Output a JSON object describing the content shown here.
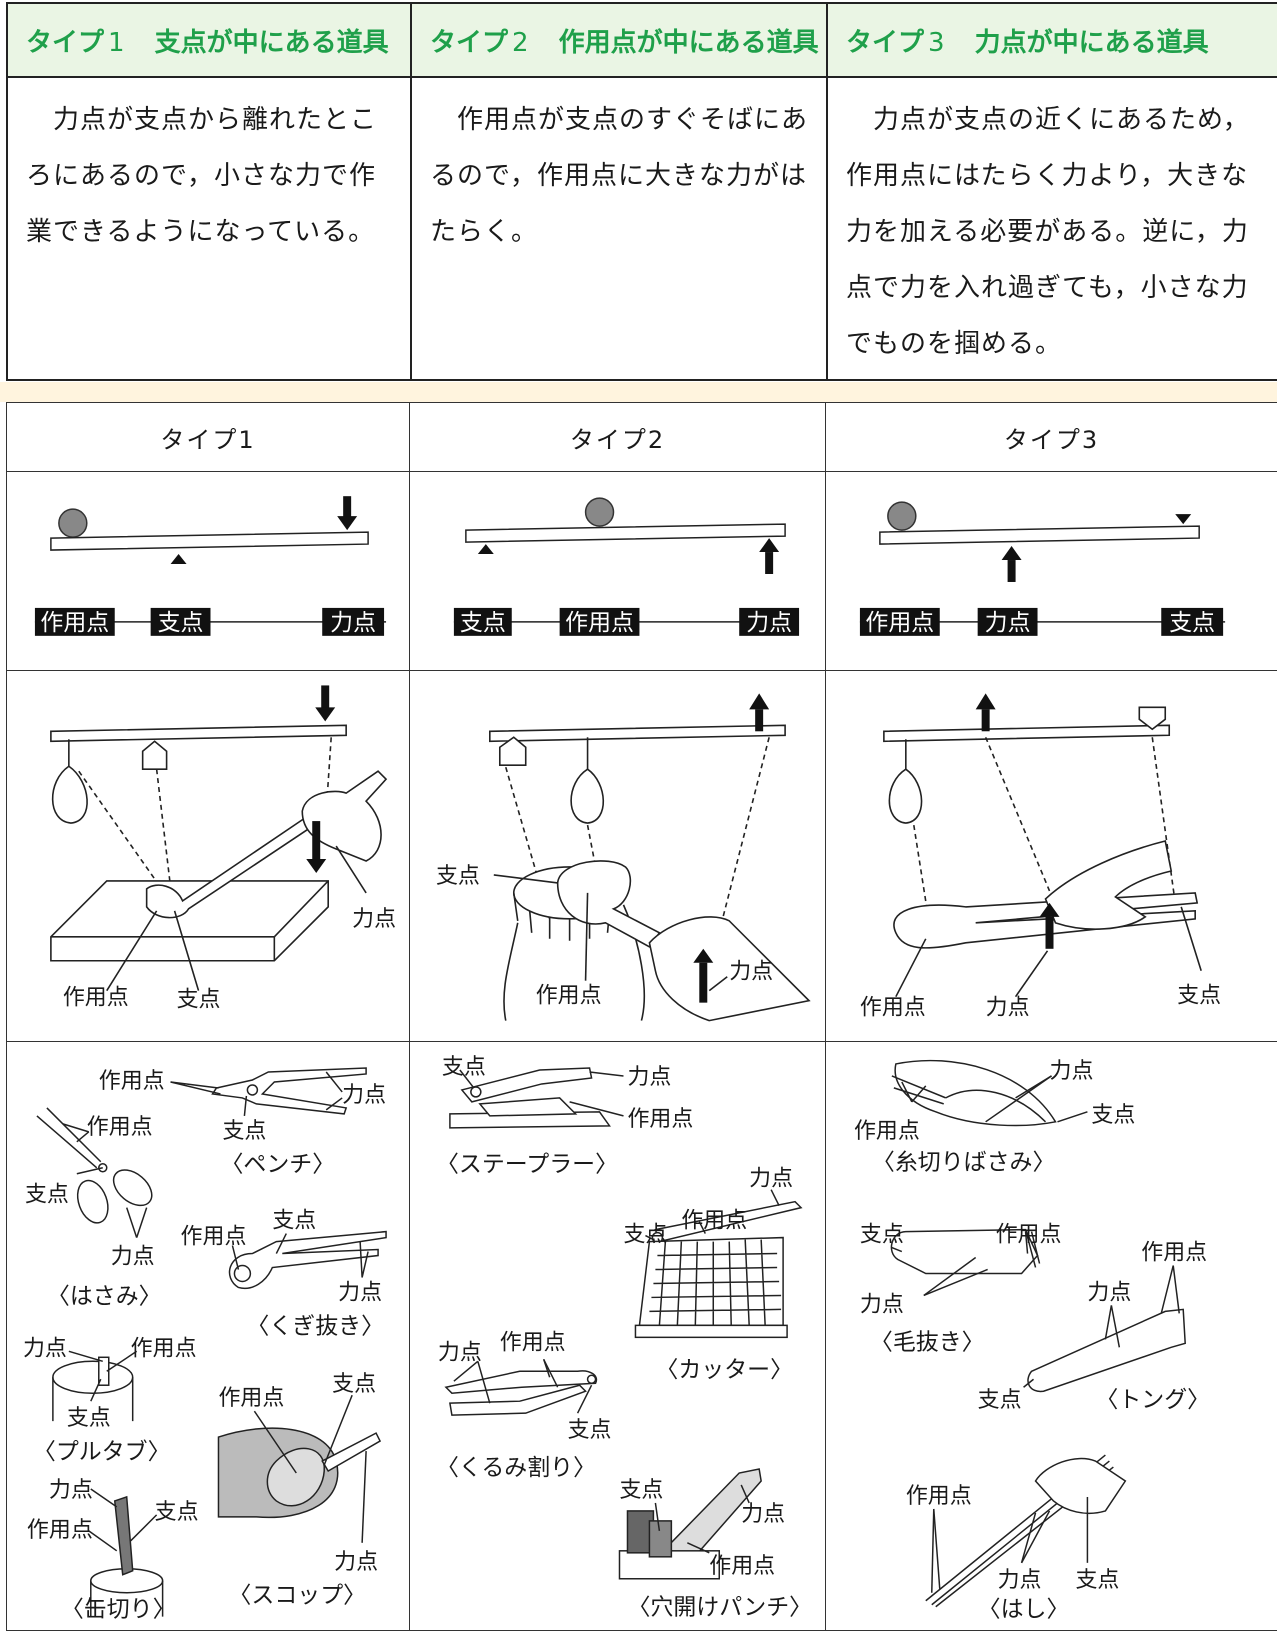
{
  "types": [
    {
      "heading_prefix": "タイプ",
      "heading_num": "1",
      "heading_title": "支点が中にある道具",
      "body": "力点が支点から離れたところにあるので，小さな力で作業できるようになっている。",
      "column_header": "タイプ1",
      "order": [
        "作用点",
        "支点",
        "力点"
      ],
      "illus": {
        "effort": "力点",
        "load": "作用点",
        "fulcrum": "支点"
      },
      "tools": {
        "pliers": {
          "name": "〈ペンチ〉",
          "a": "作用点",
          "b": "支点",
          "c": "力点"
        },
        "scissors": {
          "name": "〈はさみ〉",
          "a": "作用点",
          "b": "支点",
          "c": "力点"
        },
        "nailpuller": {
          "name": "〈くぎ抜き〉",
          "a": "作用点",
          "b": "支点",
          "c": "力点"
        },
        "pulltab": {
          "name": "〈プルタブ〉",
          "a": "力点",
          "b": "作用点",
          "c": "支点"
        },
        "scoop": {
          "name": "〈スコップ〉",
          "a": "作用点",
          "b": "支点",
          "c": "力点"
        },
        "canopener": {
          "name": "〈缶切り〉",
          "a": "力点",
          "b": "作用点",
          "c": "支点"
        }
      }
    },
    {
      "heading_prefix": "タイプ",
      "heading_num": "2",
      "heading_title": "作用点が中にある道具",
      "body": "作用点が支点のすぐそばにあるので，作用点に大きな力がはたらく。",
      "column_header": "タイプ2",
      "order": [
        "支点",
        "作用点",
        "力点"
      ],
      "illus": {
        "fulcrum": "支点",
        "load": "作用点",
        "effort": "力点"
      },
      "tools": {
        "stapler": {
          "name": "〈ステープラー〉",
          "a": "支点",
          "b": "力点",
          "c": "作用点"
        },
        "cutter": {
          "name": "〈カッター〉",
          "a": "力点",
          "b": "作用点",
          "c": "支点"
        },
        "nutcracker": {
          "name": "〈くるみ割り〉",
          "a": "力点",
          "b": "作用点",
          "c": "支点"
        },
        "punch": {
          "name": "〈穴開けパンチ〉",
          "a": "支点",
          "b": "力点",
          "c": "作用点"
        }
      }
    },
    {
      "heading_prefix": "タイプ",
      "heading_num": "3",
      "heading_title": "力点が中にある道具",
      "body": "力点が支点の近くにあるため，作用点にはたらく力より，大きな力を加える必要がある。逆に，力点で力を入れ過ぎても，小さな力でものを掴める。",
      "column_header": "タイプ3",
      "order": [
        "作用点",
        "力点",
        "支点"
      ],
      "illus": {
        "load": "作用点",
        "effort": "力点",
        "fulcrum": "支点"
      },
      "tools": {
        "threadscissors": {
          "name": "〈糸切りばさみ〉",
          "a": "力点",
          "b": "作用点",
          "c": "支点"
        },
        "tweezers": {
          "name": "〈毛抜き〉",
          "a": "支点",
          "b": "作用点",
          "c": "力点"
        },
        "tongs": {
          "name": "〈トング〉",
          "a": "作用点",
          "b": "力点",
          "c": "支点"
        },
        "chopsticks": {
          "name": "〈はし〉",
          "a": "作用点",
          "b": "力点",
          "c": "支点"
        }
      }
    }
  ],
  "colors": {
    "heading_green": "#1fa04a",
    "heading_bg": "#eaf5e4",
    "band": "#fff4de",
    "ball": "#888888",
    "label_black": "#1a1a1a"
  }
}
